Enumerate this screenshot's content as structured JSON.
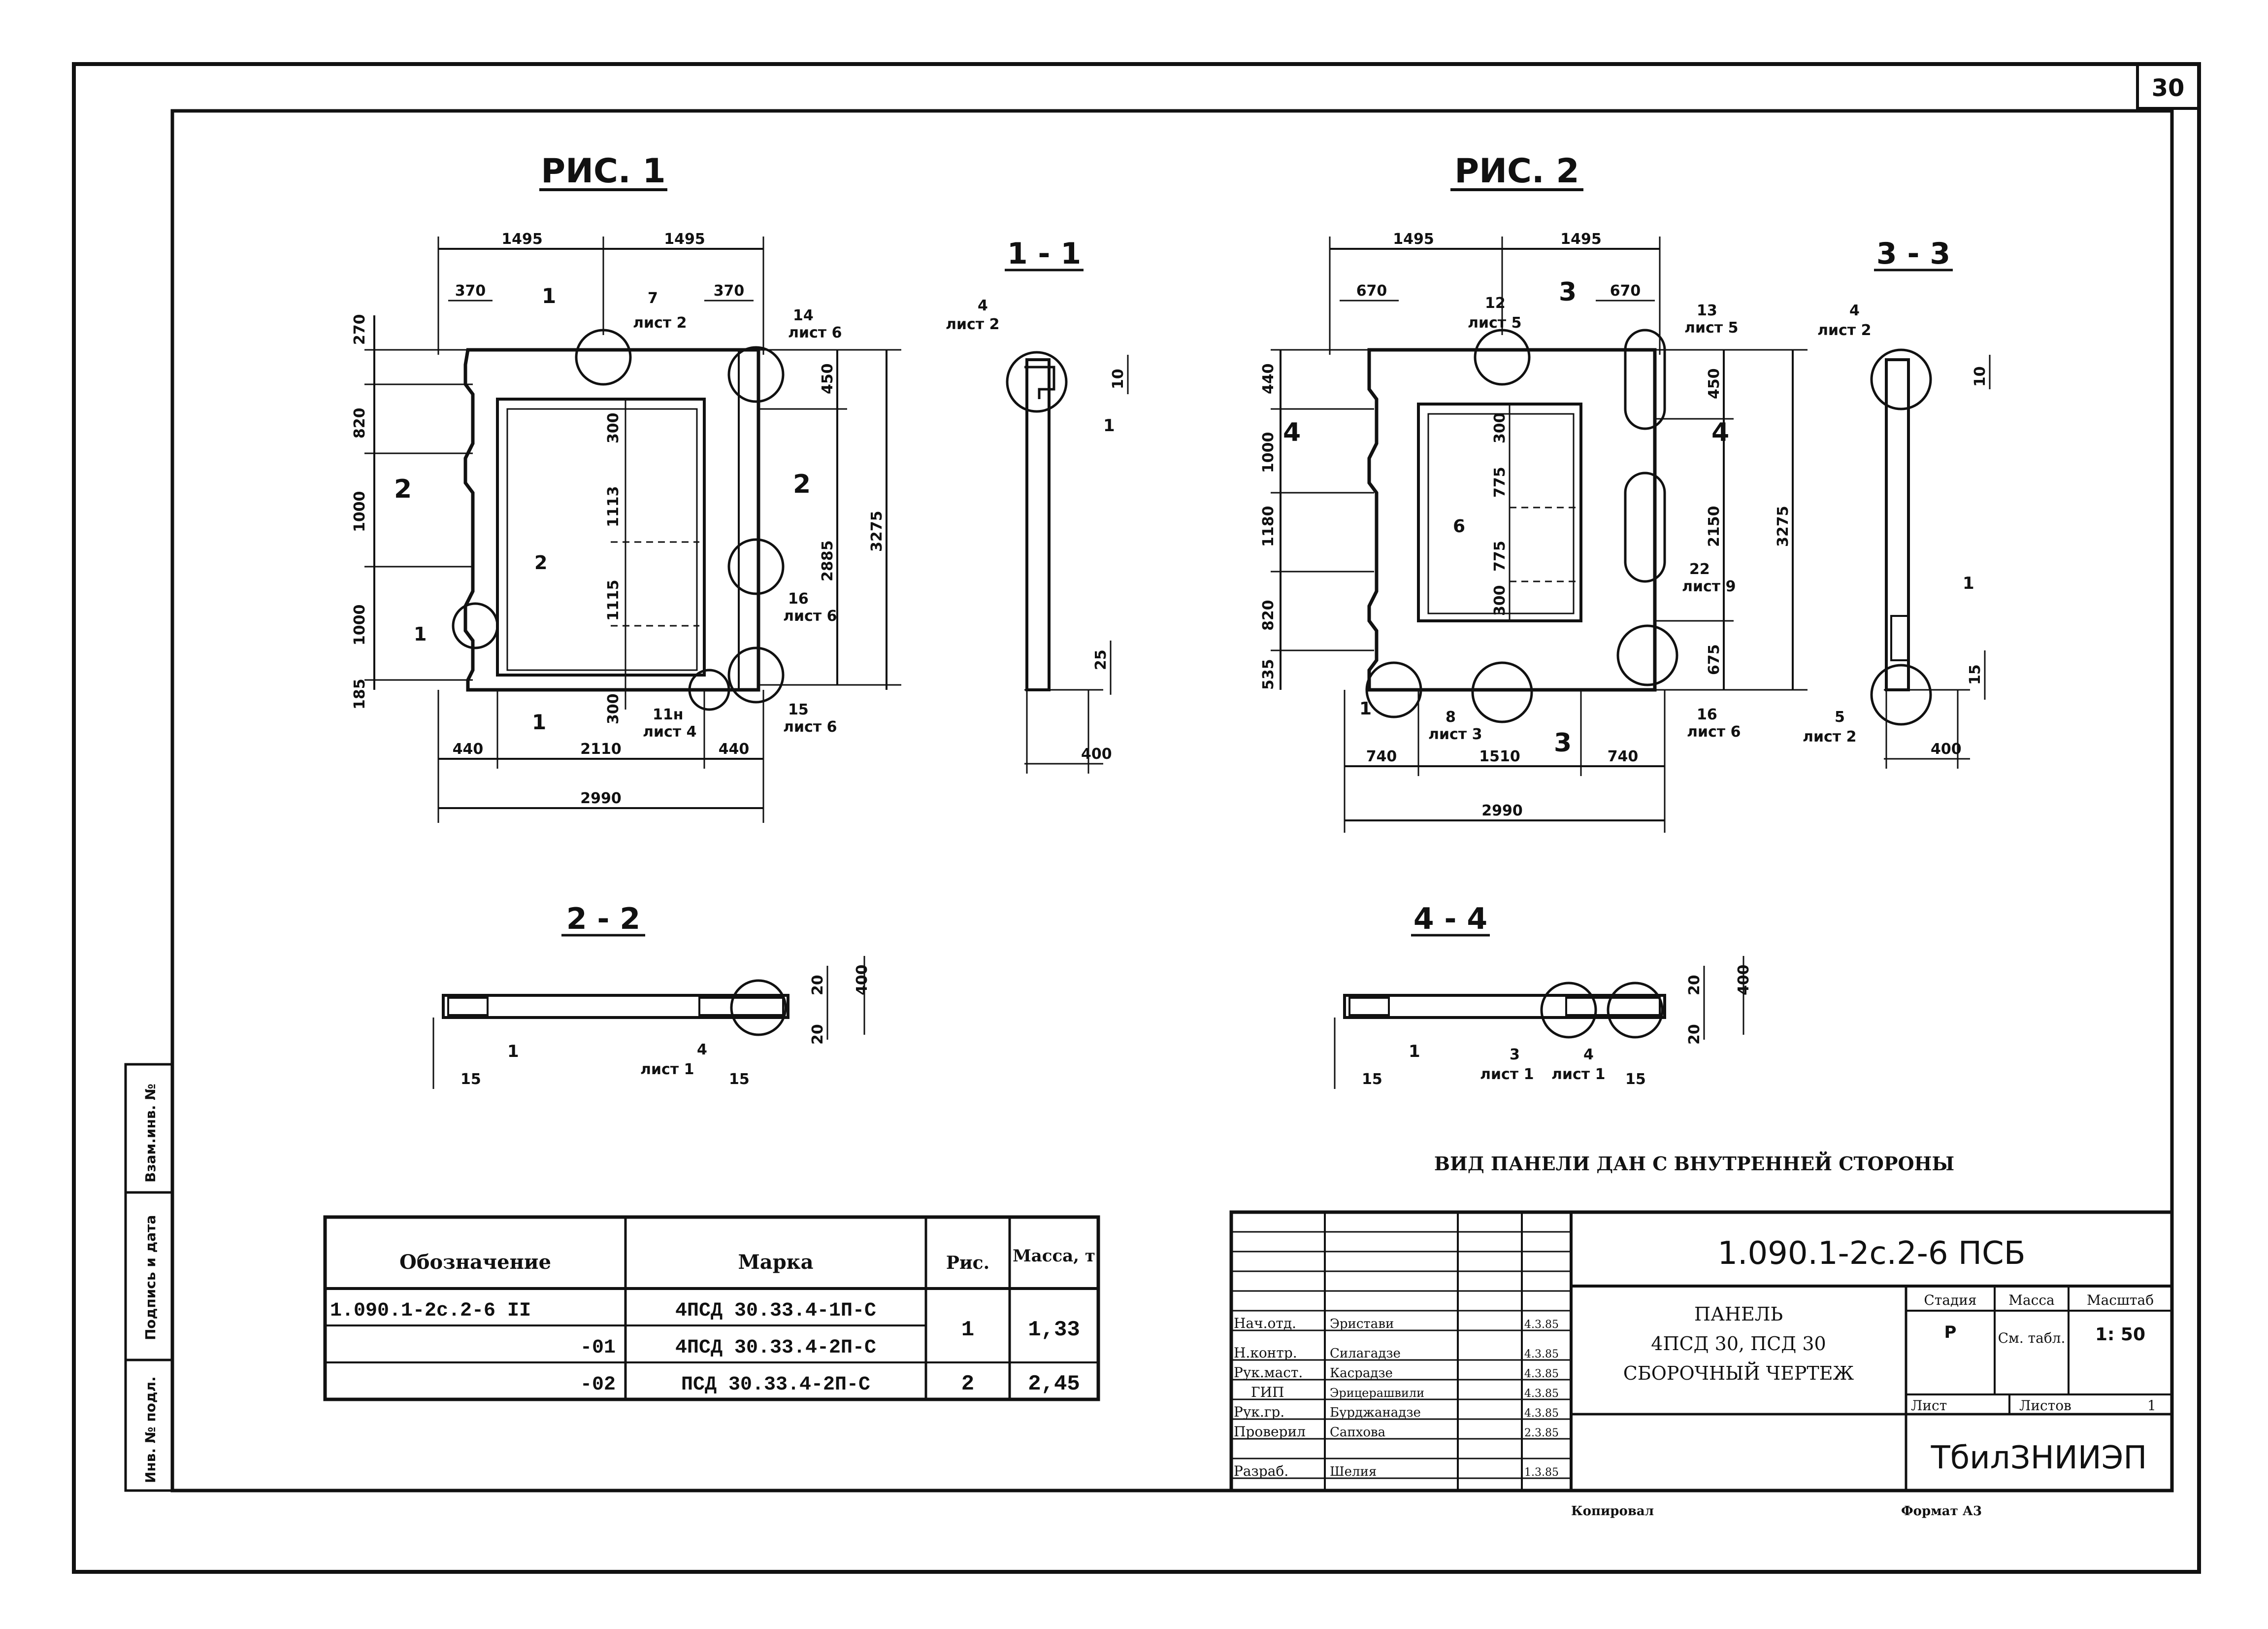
{
  "sheet": {
    "number": "30",
    "format": "Формат А3",
    "copied": "Копировал"
  },
  "figures": {
    "fig1": {
      "title": "РИС. 1"
    },
    "fig2": {
      "title": "РИС. 2"
    },
    "sec11": {
      "title": "1 - 1"
    },
    "sec22": {
      "title": "2 - 2"
    },
    "sec33": {
      "title": "3 - 3"
    },
    "sec44": {
      "title": "4 - 4"
    }
  },
  "fig1_dims": {
    "top1": "1495",
    "top2": "1495",
    "t370a": "370",
    "t370b": "370",
    "left": [
      "270",
      "820",
      "1000",
      "1000",
      "185"
    ],
    "inner": [
      "300",
      "1113",
      "1115",
      "300"
    ],
    "right": [
      "450",
      "2885",
      "3275"
    ],
    "bottom": [
      "440",
      "2110",
      "440"
    ],
    "total": "2990",
    "callouts": [
      {
        "n": "7",
        "s": "лист 2"
      },
      {
        "n": "14",
        "s": "лист 6"
      },
      {
        "n": "16",
        "s": "лист 6"
      },
      {
        "n": "15",
        "s": "лист 6"
      },
      {
        "n": "11н",
        "s": "лист 4"
      }
    ],
    "marks": [
      "1",
      "2",
      "2",
      "1",
      "1",
      "2"
    ]
  },
  "sec11_dims": {
    "c4": "4",
    "c4s": "лист 2",
    "d10": "10",
    "d25": "25",
    "d400": "400",
    "m1": "1"
  },
  "fig2_dims": {
    "top1": "1495",
    "top2": "1495",
    "t670a": "670",
    "t670b": "670",
    "left": [
      "440",
      "1000",
      "1180",
      "820",
      "535"
    ],
    "inner": [
      "300",
      "775",
      "775",
      "300"
    ],
    "right": [
      "450",
      "2150",
      "675",
      "3275"
    ],
    "bottom": [
      "740",
      "1510",
      "740"
    ],
    "total": "2990",
    "callouts": [
      {
        "n": "12",
        "s": "лист 5"
      },
      {
        "n": "13",
        "s": "лист 5"
      },
      {
        "n": "22",
        "s": "лист 9"
      },
      {
        "n": "16",
        "s": "лист 6"
      },
      {
        "n": "8",
        "s": "лист 3"
      }
    ],
    "marks": [
      "3",
      "4",
      "4",
      "3",
      "1",
      "6"
    ]
  },
  "sec33_dims": {
    "c4": "4",
    "c4s": "лист 2",
    "c5": "5",
    "c5s": "лист 2",
    "d10": "10",
    "d15": "15",
    "d400": "400",
    "m1": "1"
  },
  "sec22_dims": {
    "d20a": "20",
    "d20b": "20",
    "d400": "400",
    "d15a": "15",
    "d15b": "15",
    "m1": "1",
    "c4": "4",
    "c4s": "лист 1"
  },
  "sec44_dims": {
    "d20a": "20",
    "d20b": "20",
    "d400": "400",
    "d15a": "15",
    "d15b": "15",
    "m1": "1",
    "c3": "3",
    "c3s": "лист 1",
    "c4": "4",
    "c4s": "лист 1"
  },
  "note": "ВИД ПАНЕЛИ ДАН С ВНУТРЕННЕЙ СТОРОНЫ",
  "spec_table": {
    "headers": [
      "Обозначение",
      "Марка",
      "Рис.",
      "Масса, т"
    ],
    "rows": [
      [
        "1.090.1-2с.2-6 II",
        "4ПСД 30.33.4-1П-С",
        "1",
        "1,33"
      ],
      [
        "-01",
        "4ПСД 30.33.4-2П-С",
        "",
        ""
      ],
      [
        "-02",
        "ПСД 30.33.4-2П-С",
        "2",
        "2,45"
      ]
    ]
  },
  "title_block": {
    "code": "1.090.1-2с.2-6  ПСБ",
    "name": [
      "ПАНЕЛЬ",
      "4ПСД 30, ПСД 30",
      "СБОРОЧНЫЙ ЧЕРТЕЖ"
    ],
    "stage_h": "Стадия",
    "mass_h": "Масса",
    "scale_h": "Масштаб",
    "stage": "Р",
    "mass": "См. табл.",
    "scale": "1: 50",
    "sheet_h": "Лист",
    "sheets_h": "Листов",
    "sheets": "1",
    "org": "ТбилЗНИИЭП",
    "roles": [
      {
        "role": "Нач.отд.",
        "name": "Эристави",
        "date": "4.3.85"
      },
      {
        "role": "Н.контр.",
        "name": "Силагадзе",
        "date": "4.3.85"
      },
      {
        "role": "Рук.маст.",
        "name": "Касрадзе",
        "date": "4.3.85"
      },
      {
        "role": "ГИП",
        "name": "Эрицерашвили",
        "date": "4.3.85"
      },
      {
        "role": "Рук.гр.",
        "name": "Бурджанадзе",
        "date": "4.3.85"
      },
      {
        "role": "Проверил",
        "name": "Сапхова",
        "date": "2.3.85"
      },
      {
        "role": "Разраб.",
        "name": "Шелия",
        "date": "1.3.85"
      }
    ]
  },
  "side_stamp": [
    "Взам.инв. №",
    "Подпись и дата",
    "Инв. № подл."
  ]
}
